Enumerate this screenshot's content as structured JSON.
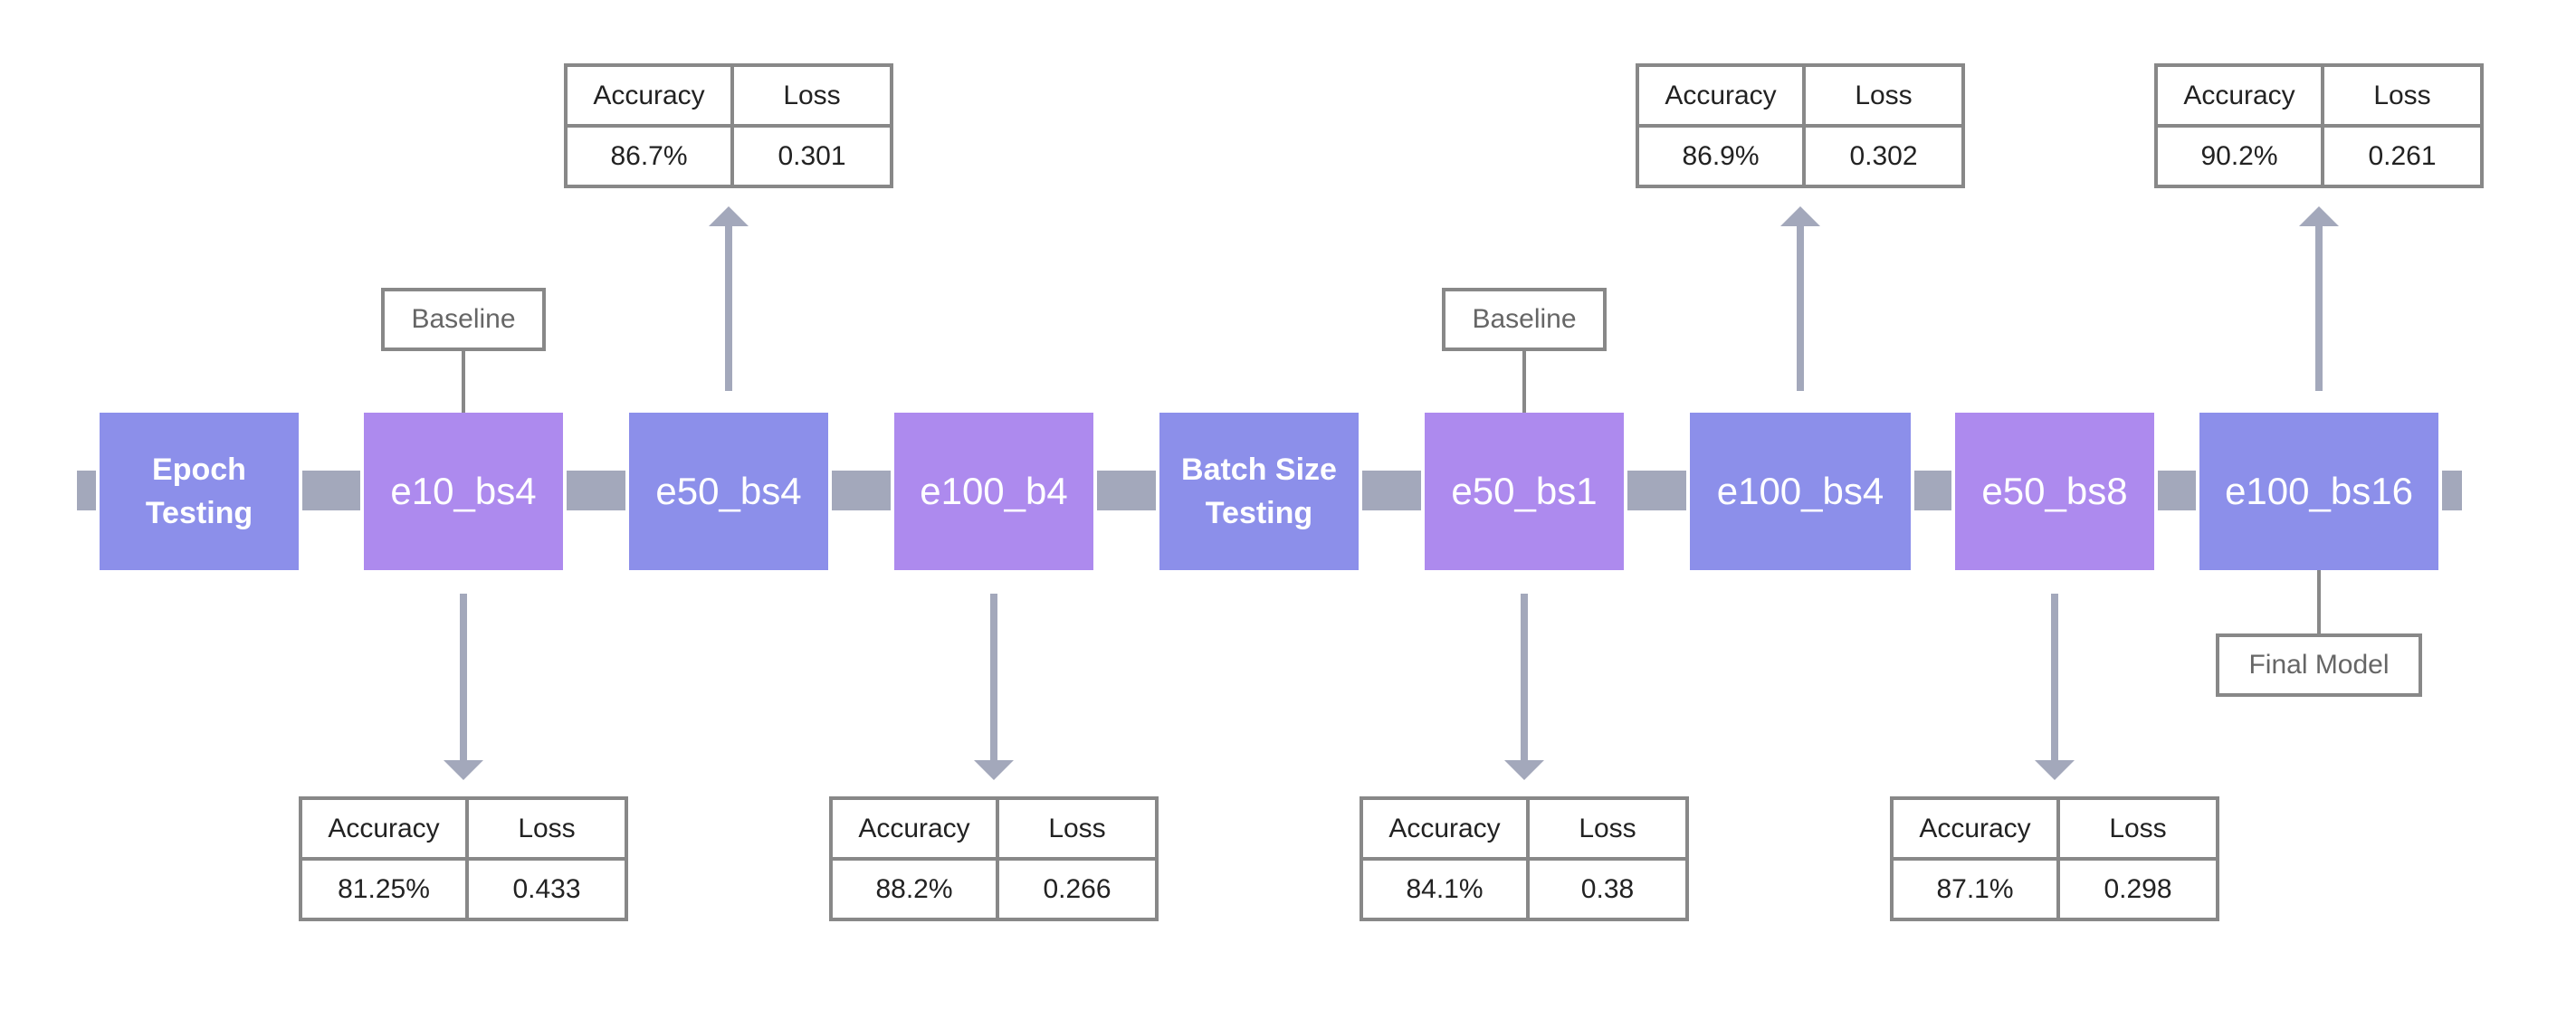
{
  "colors": {
    "section": "#8c8fea",
    "run": "#ad8aee",
    "connector": "#a3a8bb",
    "border": "#888888"
  },
  "column_labels": {
    "accuracy": "Accuracy",
    "loss": "Loss"
  },
  "nodes": [
    {
      "id": "epoch-testing",
      "label": "Epoch\nTesting",
      "kind": "section",
      "color": "blue"
    },
    {
      "id": "e10-bs4",
      "label": "e10_bs4",
      "kind": "run",
      "color": "purple",
      "tag": "Baseline",
      "result": {
        "position": "below",
        "accuracy": "81.25%",
        "loss": "0.433"
      }
    },
    {
      "id": "e50-bs4",
      "label": "e50_bs4",
      "kind": "run",
      "color": "blue",
      "result": {
        "position": "above",
        "accuracy": "86.7%",
        "loss": "0.301"
      }
    },
    {
      "id": "e100-b4",
      "label": "e100_b4",
      "kind": "run",
      "color": "purple",
      "result": {
        "position": "below",
        "accuracy": "88.2%",
        "loss": "0.266"
      }
    },
    {
      "id": "batch-size-testing",
      "label": "Batch Size\nTesting",
      "kind": "section",
      "color": "blue"
    },
    {
      "id": "e50-bs1",
      "label": "e50_bs1",
      "kind": "run",
      "color": "purple",
      "tag": "Baseline",
      "result": {
        "position": "below",
        "accuracy": "84.1%",
        "loss": "0.38"
      }
    },
    {
      "id": "e100-bs4",
      "label": "e100_bs4",
      "kind": "run",
      "color": "blue",
      "result": {
        "position": "above",
        "accuracy": "86.9%",
        "loss": "0.302"
      }
    },
    {
      "id": "e50-bs8",
      "label": "e50_bs8",
      "kind": "run",
      "color": "purple",
      "result": {
        "position": "below",
        "accuracy": "87.1%",
        "loss": "0.298"
      }
    },
    {
      "id": "e100-bs16",
      "label": "e100_bs16",
      "kind": "run",
      "color": "blue",
      "tag_below": "Final Model",
      "result": {
        "position": "above",
        "accuracy": "90.2%",
        "loss": "0.261"
      }
    }
  ]
}
